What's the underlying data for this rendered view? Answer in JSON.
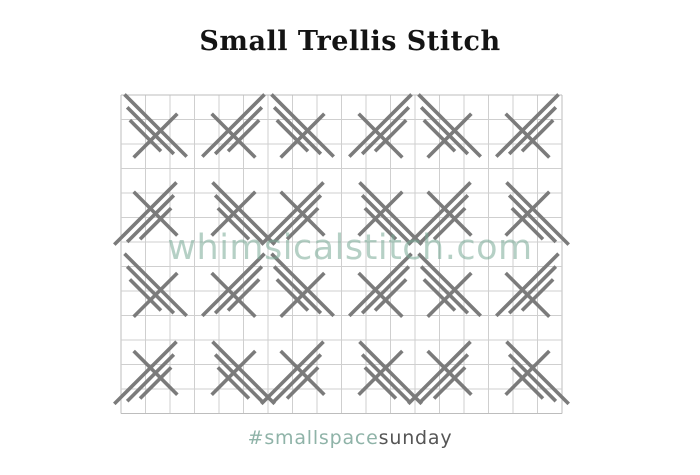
{
  "title": "Small Trellis Stitch",
  "watermark": "whimsicalstitch.com",
  "hashtag": {
    "prefix": "#smallspace",
    "suffix": "sunday"
  },
  "colors": {
    "grid": "#cfcfcf",
    "grid_border": "#bdbdbd",
    "stitch": "#7b7b7b",
    "watermark": "#78aa96",
    "hashtag_prefix": "#8fb3a8",
    "hashtag_suffix": "#555555"
  },
  "pattern": {
    "grid_columns": 18,
    "grid_rows": 13,
    "motif_columns": 3,
    "motif_rows": 2,
    "arm_stitches": [
      4,
      3,
      2
    ]
  }
}
